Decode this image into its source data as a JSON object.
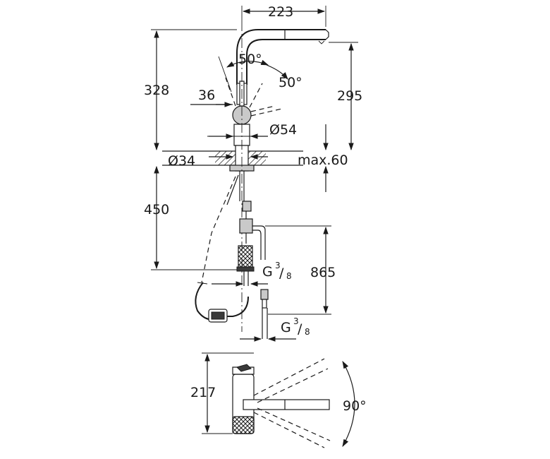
{
  "labels": {
    "width_top": "223",
    "height_total": "328",
    "angle_spray": "50°",
    "angle_lever": "50°",
    "lever_dim": "36",
    "height_spout": "295",
    "body_diameter": "Ø54",
    "hole_diameter": "Ø34",
    "deck_max": "max.60",
    "hose_upper": "450",
    "hose_total": "865",
    "thread_1": "G",
    "thread_2": "G",
    "thread_frac": "3/8",
    "plan_depth": "217",
    "swivel_angle": "90°"
  }
}
